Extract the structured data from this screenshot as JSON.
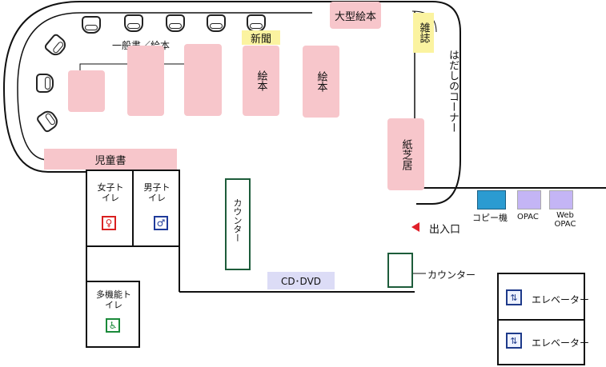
{
  "shelves": {
    "large_picture_books": "大型絵本",
    "newspapers": "新聞",
    "magazines": "雑誌",
    "general_books_picture_books": "一般書／絵本",
    "picture_books_1": "絵本",
    "picture_books_2": "絵本",
    "kamishibai": "紙芝居",
    "childrens_books": "児童書",
    "cd_dvd": "CD･DVD"
  },
  "corners": {
    "hadashi_corner": "はだしのコーナー"
  },
  "restrooms": {
    "women": "女子トイレ",
    "men": "男子トイレ",
    "multipurpose": "多機能トイレ"
  },
  "facilities": {
    "counter_center": "カウンター",
    "counter_right": "カウンター",
    "copier": "コピー機",
    "opac": "OPAC",
    "web_opac": "Web OPAC",
    "entrance": "出入口",
    "elevator_1": "エレベーター",
    "elevator_2": "エレベーター"
  },
  "icons": {
    "seat": "chair-icon",
    "women_toilet": "woman-icon",
    "men_toilet": "man-icon",
    "accessible_toilet": "wheelchair-icon",
    "elevator": "elevator-icon",
    "entrance_arrow": "arrow-left-icon"
  },
  "colors": {
    "shelf": "#f7c6cb",
    "newspaper": "#fbf3a0",
    "magazine": "#fbf3a0",
    "cd_dvd": "#dcdcf6",
    "copier": "#2b9bd1",
    "opac": "#c4b5f5",
    "women": "#d92020",
    "men": "#1f3b9a",
    "accessible": "#1a8a3a",
    "counter_border": "#1d5c3a",
    "entrance_arrow": "#e0202a"
  }
}
